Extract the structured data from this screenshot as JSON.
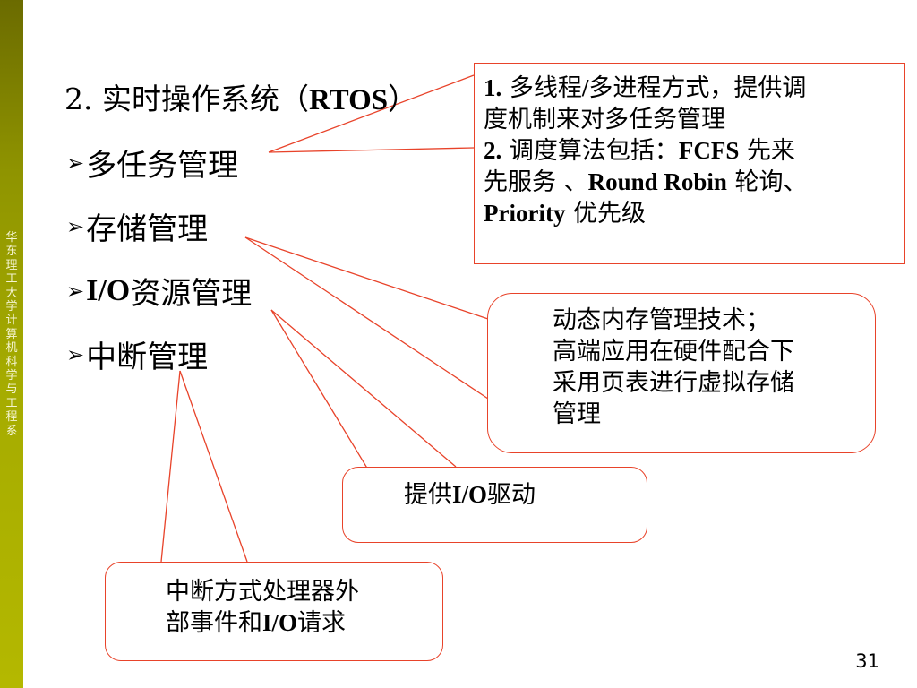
{
  "sidebar": {
    "text": "华东理工大学计算机科学与工程系"
  },
  "heading": {
    "number": "2.",
    "text_cn": "实时操作系统（",
    "text_en": "RTOS",
    "close": "）"
  },
  "bullets": [
    {
      "arrow": "➢",
      "text": "多任务管理",
      "en": ""
    },
    {
      "arrow": "➢",
      "text": "存储管理",
      "en": ""
    },
    {
      "arrow": "➢",
      "text": "资源管理",
      "en": "I/O"
    },
    {
      "arrow": "➢",
      "text": "中断管理",
      "en": ""
    }
  ],
  "callouts": {
    "multitask": {
      "l1a": "1.",
      "l1b": " 多线程",
      "l1c": "/",
      "l1d": "多进程方式，提供调",
      "l2": "度机制来对多任务管理",
      "l3a": "2.",
      "l3b": " 调度算法包括：",
      "l3c": "FCFS",
      "l3d": " 先来",
      "l4a": "先服务 、",
      "l4b": "Round Robin",
      "l4c": " 轮询、",
      "l5a": "Priority",
      "l5b": " 优先级"
    },
    "storage": {
      "line1": "动态内存管理技术；",
      "line2": "高端应用在硬件配合下",
      "line3": "采用页表进行虚拟存储",
      "line4": "管理"
    },
    "io": {
      "pre": "提供",
      "en": "I/O",
      "post": "驱动"
    },
    "interrupt": {
      "line1": "中断方式处理器外",
      "line2_pre": "部事件和",
      "line2_en": "I/O",
      "line2_post": "请求"
    }
  },
  "colors": {
    "accent": "#e8432a",
    "sidebar": "#a5ab00"
  },
  "page_number": "31"
}
